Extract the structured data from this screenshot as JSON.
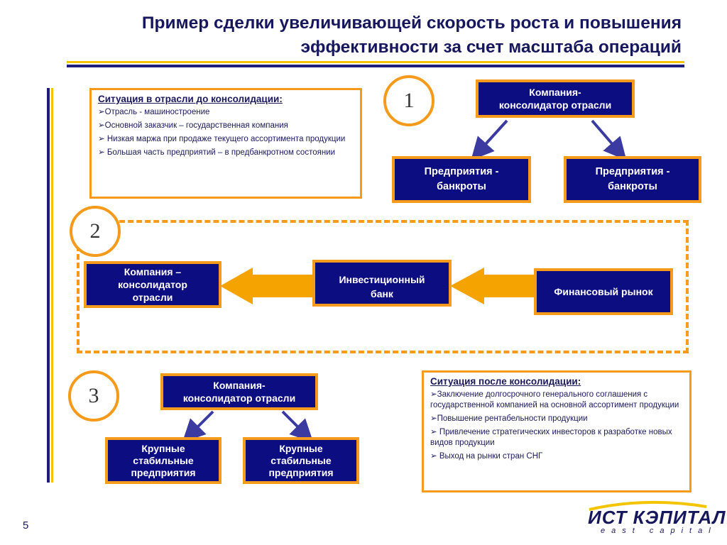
{
  "title": {
    "line1": "Пример сделки увеличивающей скорость роста и повышения",
    "line2": "эффективности за счет масштаба операций"
  },
  "steps": {
    "one": "1",
    "two": "2",
    "three": "3"
  },
  "before": {
    "heading": "Ситуация в отрасли до консолидации:",
    "items": [
      "➢Отрасль - машиностроение",
      "➢Основной заказчик – государственная компания",
      "➢ Низкая маржа при продаже текущего ассортимента продукции",
      "➢ Большая часть предприятий – в предбанкротном состоянии"
    ]
  },
  "step1": {
    "consolidator": [
      "Компания-",
      "консолидатор отрасли"
    ],
    "bankrupt_left": [
      "Предприятия -",
      "банкроты"
    ],
    "bankrupt_right": [
      "Предприятия -",
      "банкроты"
    ]
  },
  "step2": {
    "consolidator": [
      "Компания –",
      "консолидатор",
      "отрасли"
    ],
    "bank": [
      "Инвестиционный",
      "банк"
    ],
    "market": "Финансовый рынок"
  },
  "step3": {
    "consolidator": [
      "Компания-",
      "консолидатор отрасли"
    ],
    "stable_left": [
      "Крупные",
      "стабильные",
      "предприятия"
    ],
    "stable_right": [
      "Крупные",
      "стабильные",
      "предприятия"
    ]
  },
  "after": {
    "heading": "Ситуация после консолидации:",
    "items": [
      "➢Заключение долгосрочного генерального соглашения с государственной компанией на основной ассортимент продукции",
      "➢Повышение рентабельности продукции",
      "➢ Привлечение стратегических инвесторов к разработке новых видов продукции",
      "➢ Выход на рынки стран СНГ"
    ]
  },
  "page_number": "5",
  "logo": {
    "main": "ИСТ КЭПИТАЛ",
    "sub": "east capital"
  },
  "colors": {
    "navy": "#0d0d82",
    "orange": "#f59a1a",
    "yellow": "#f5c400",
    "arrow_fill": "#f5a300"
  }
}
